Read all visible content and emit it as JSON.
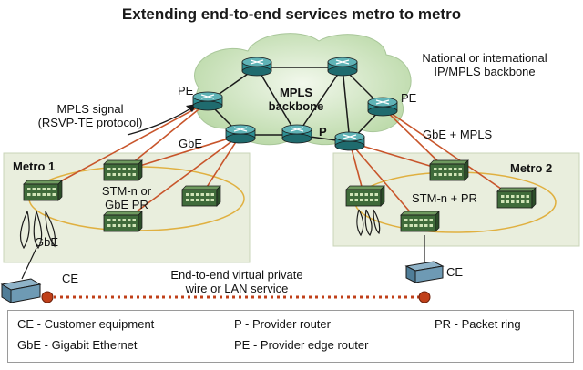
{
  "title": "Extending end-to-end services metro to metro",
  "labels": {
    "backbone_desc": [
      "National or international",
      "IP/MPLS backbone"
    ],
    "mpls_backbone": [
      "MPLS",
      "backbone"
    ],
    "p_router": "P",
    "pe_left": "PE",
    "pe_right": "PE",
    "mpls_signal": [
      "MPLS signal",
      "(RSVP-TE protocol)"
    ],
    "gbe_left": "GbE",
    "gbe_mpls": "GbE + MPLS",
    "metro1": "Metro 1",
    "metro2": "Metro 2",
    "ring1": [
      "STM-n or",
      "GbE PR"
    ],
    "ring2": "STM-n + PR",
    "gbe_bottom": "GbE",
    "ce_left": "CE",
    "ce_right": "CE",
    "service": [
      "End-to-end virtual private",
      "wire or LAN service"
    ]
  },
  "legend": [
    "CE - Customer equipment",
    "P - Provider router",
    "PR - Packet ring",
    "GbE - Gigabit Ethernet",
    "PE - Provider edge router"
  ],
  "colors": {
    "router": "#2e8f93",
    "switch": "#3f6b3a",
    "link": "#c8552b",
    "ring": "#e0b040",
    "metro_bg": "#e9eedd",
    "cloud": "#d8ebc8",
    "service_dot": "#c0401a"
  }
}
